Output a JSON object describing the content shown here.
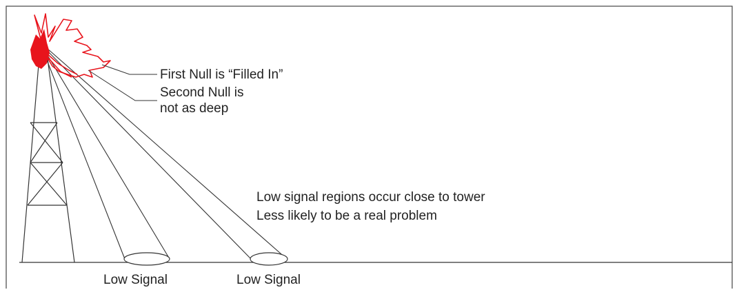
{
  "annotations": {
    "first_null": "First Null is “Filled In”",
    "second_null_line1": "Second Null is",
    "second_null_line2": "not as deep",
    "low_regions_line1": "Low signal regions occur close to tower",
    "low_regions_line2": "Less likely to be a real problem"
  },
  "ground_labels": {
    "low_signal_1": "Low Signal",
    "low_signal_2": "Low Signal"
  },
  "colors": {
    "pattern": "#e8141c",
    "lines": "#333333",
    "frame": "#444444"
  }
}
